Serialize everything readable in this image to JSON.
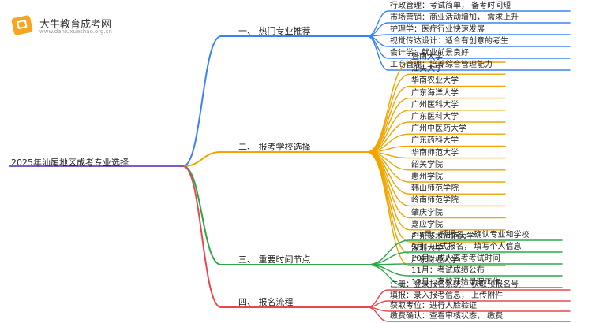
{
  "logo": {
    "name": "大牛教育成考网",
    "url": "www.daniuxueshao.org.cn"
  },
  "root": "2025年汕尾地区成考专业选择",
  "colors": {
    "root_line": "#7b5cc9",
    "branches": [
      "#3b82f6",
      "#f0a500",
      "#2aa84a",
      "#e5484d"
    ]
  },
  "branches": [
    {
      "label": "一、 热门专业推荐",
      "items": [
        "行政管理：考试简单， 备考时间短",
        "市场营销：商业活动增加， 需求上升",
        "护理学：医疗行业快速发展",
        "视觉传达设计：适合有创意的考生",
        "会计学：就业前景良好",
        "工商管理：培养综合管理能力"
      ]
    },
    {
      "label": "二、 报考学校选择",
      "items": [
        "暨南大学",
        "汕头大学",
        "华南农业大学",
        "广东海洋大学",
        "广州医科大学",
        "广东医科大学",
        "广州中医药大学",
        "广东药科大学",
        "华南师范大学",
        "韶关学院",
        "惠州学院",
        "韩山师范学院",
        "岭南师范学院",
        "肇庆学院",
        "嘉应学院",
        "广东技术师范大学",
        "深圳大学",
        "广东财经大学"
      ]
    },
    {
      "label": "三、 重要时间节点",
      "items": [
        "3-8月：预报名， 确认专业和学校",
        "9月：正式报名， 填写个人信息",
        "10月：成人高考考试时间",
        "11月：考试成绩公布",
        "12月：高校开始录取工作"
      ]
    },
    {
      "label": "四、 报名流程",
      "items": [
        "注册：登录报名系统， 获取预报名号",
        "填报：录入报考信息， 上传附件",
        "获取考位：进行人脸验证",
        "缴费确认：查看审核状态， 缴费"
      ]
    }
  ]
}
